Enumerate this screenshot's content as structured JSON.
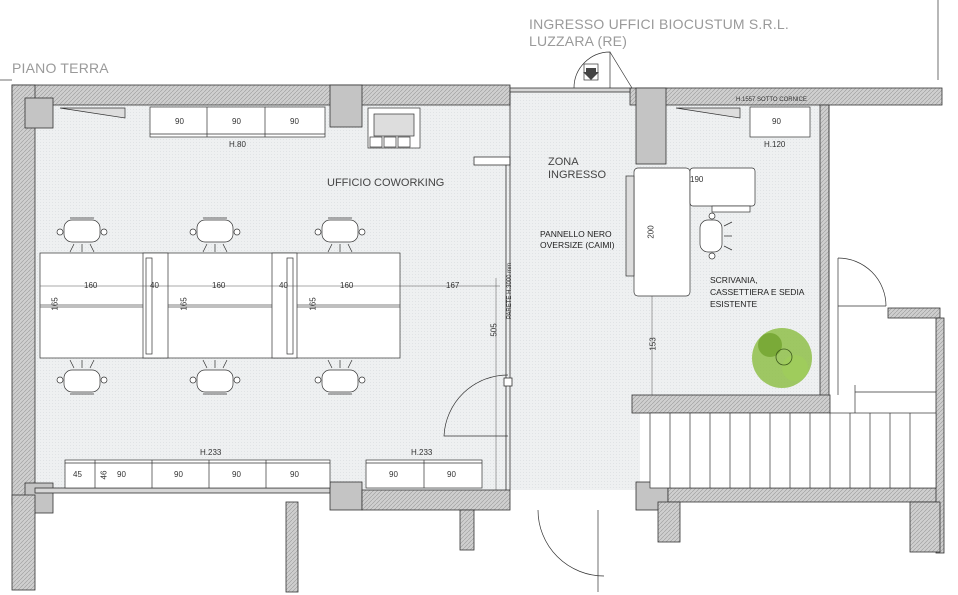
{
  "title": {
    "line1": "INGRESSO UFFICI BIOCUSTUM S.R.L.",
    "line2": "LUZZARA (RE)"
  },
  "floor_label": "PIANO TERRA",
  "rooms": {
    "coworking": "UFFICIO COWORKING",
    "entrance_line1": "ZONA",
    "entrance_line2": "INGRESSO"
  },
  "notes": {
    "panel_line1": "PANNELLO NERO",
    "panel_line2": "OVERSIZE (CAIMI)",
    "desk_line1": "SCRIVANIA,",
    "desk_line2": "CASSETTIERA E SEDIA",
    "desk_line3": "ESISTENTE",
    "wall_height": "PARETE H.3000 mm",
    "cornice": "H.1557 SOTTO CORNICE"
  },
  "heights": {
    "top_cabinet": "H.80",
    "right_cabinet": "H.120",
    "bottom_left_cabinet": "H.233",
    "bottom_mid_cabinet": "H.233"
  },
  "dimensions": {
    "top_cab_1": "90",
    "top_cab_2": "90",
    "top_cab_3": "90",
    "right_cab": "90",
    "desk_a": "160",
    "gap_a": "40",
    "desk_b": "160",
    "gap_b": "40",
    "desk_c": "160",
    "desk_to_wall": "167",
    "depth_1": "165",
    "depth_2": "165",
    "depth_3": "165",
    "bottom_45": "45",
    "bottom_46": "46",
    "bottom_1": "90",
    "bottom_2": "90",
    "bottom_3": "90",
    "bottom_4": "90",
    "bottom_5": "90",
    "bottom_6": "90",
    "partition_len": "505",
    "reception_depth": "200",
    "reception_width": "190",
    "reception_gap": "153"
  },
  "colors": {
    "wall": "#d0d0d0",
    "floor": "#eef0f1",
    "line": "#333333",
    "plant": "#8fbf4a",
    "label_grey": "#9a9a9a"
  }
}
